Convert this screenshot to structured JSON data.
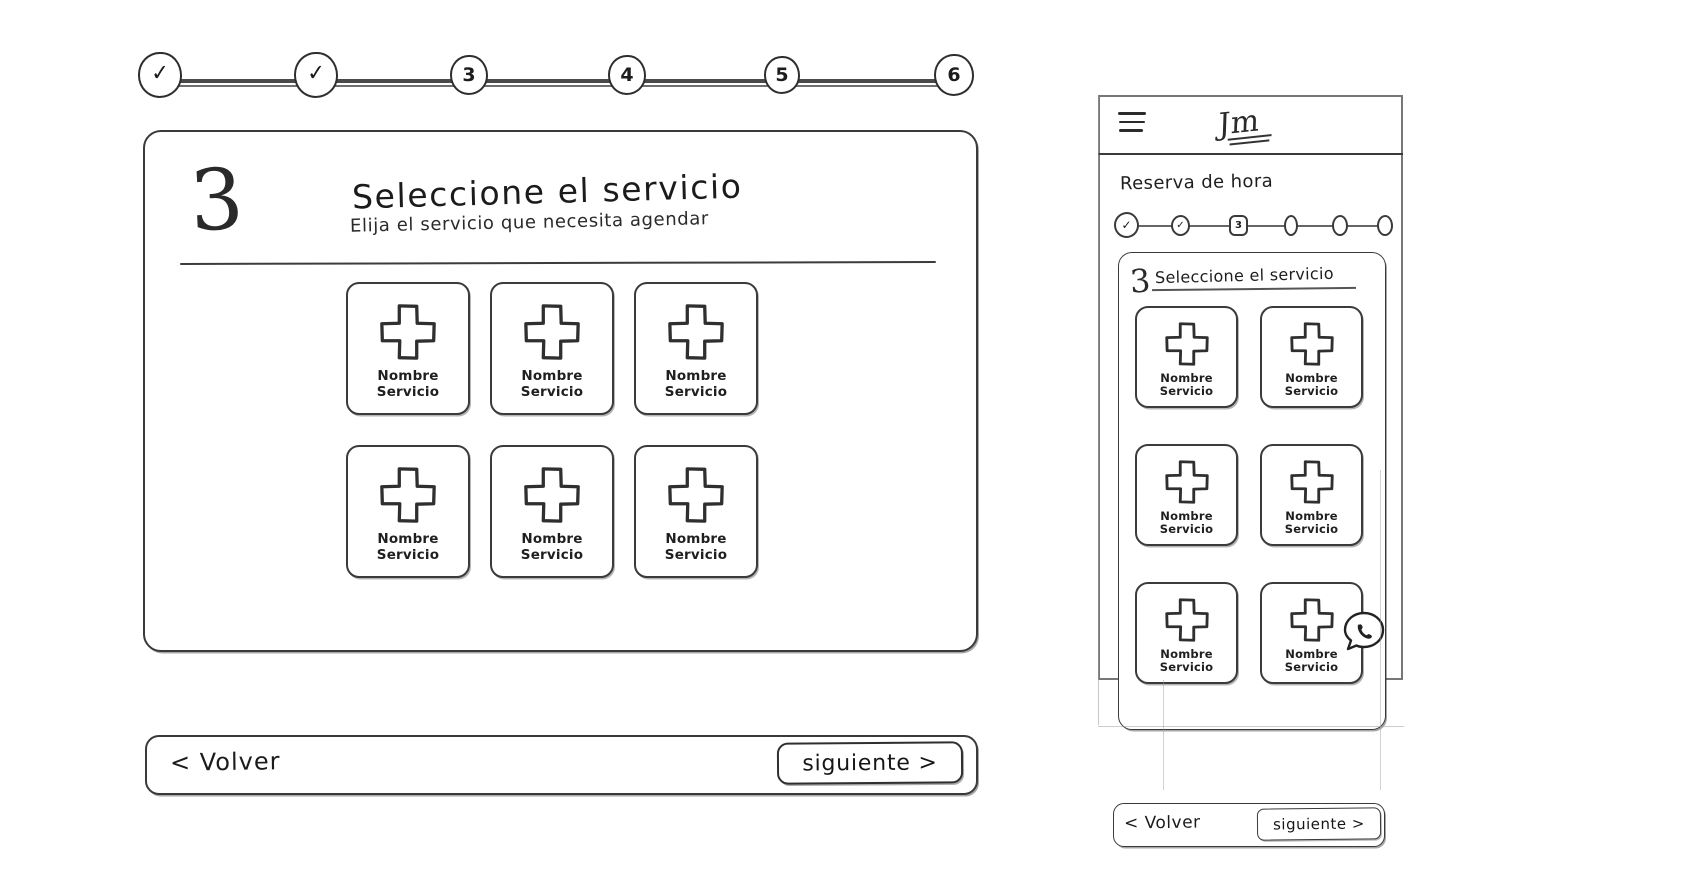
{
  "desktop": {
    "stepper": {
      "steps": [
        {
          "label": "✓",
          "state": "done"
        },
        {
          "label": "✓",
          "state": "done"
        },
        {
          "label": "3",
          "state": "current"
        },
        {
          "label": "4",
          "state": "pending"
        },
        {
          "label": "5",
          "state": "pending"
        },
        {
          "label": "6",
          "state": "pending"
        }
      ]
    },
    "card": {
      "step_number": "3",
      "title": "Seleccione el servicio",
      "subtitle": "Elija el servicio que necesita agendar",
      "services": [
        {
          "line1": "Nombre",
          "line2": "Servicio"
        },
        {
          "line1": "Nombre",
          "line2": "Servicio"
        },
        {
          "line1": "Nombre",
          "line2": "Servicio"
        },
        {
          "line1": "Nombre",
          "line2": "Servicio"
        },
        {
          "line1": "Nombre",
          "line2": "Servicio"
        },
        {
          "line1": "Nombre",
          "line2": "Servicio"
        }
      ]
    },
    "footer": {
      "back_label": "< Volver",
      "next_label": "siguiente >"
    }
  },
  "mobile": {
    "header": {
      "menu_icon": "hamburger-icon",
      "logo_text": "Jm"
    },
    "page_title": "Reserva de hora",
    "stepper": {
      "steps": [
        {
          "label": "✓",
          "state": "done"
        },
        {
          "label": "✓",
          "state": "done"
        },
        {
          "label": "3",
          "state": "current"
        },
        {
          "label": "",
          "state": "pending"
        },
        {
          "label": "",
          "state": "pending"
        },
        {
          "label": "",
          "state": "pending"
        }
      ]
    },
    "card": {
      "step_number": "3",
      "title": "Seleccione el servicio",
      "services": [
        {
          "line1": "Nombre",
          "line2": "Servicio"
        },
        {
          "line1": "Nombre",
          "line2": "Servicio"
        },
        {
          "line1": "Nombre",
          "line2": "Servicio"
        },
        {
          "line1": "Nombre",
          "line2": "Servicio"
        },
        {
          "line1": "Nombre",
          "line2": "Servicio"
        },
        {
          "line1": "Nombre",
          "line2": "Servicio"
        }
      ]
    },
    "chat_fab": "whatsapp-icon",
    "footer": {
      "back_label": "< Volver",
      "next_label": "siguiente >"
    }
  },
  "colors": {
    "ink": "#2b2b2b",
    "paper": "#ffffff",
    "line": "#4a4a4a"
  }
}
